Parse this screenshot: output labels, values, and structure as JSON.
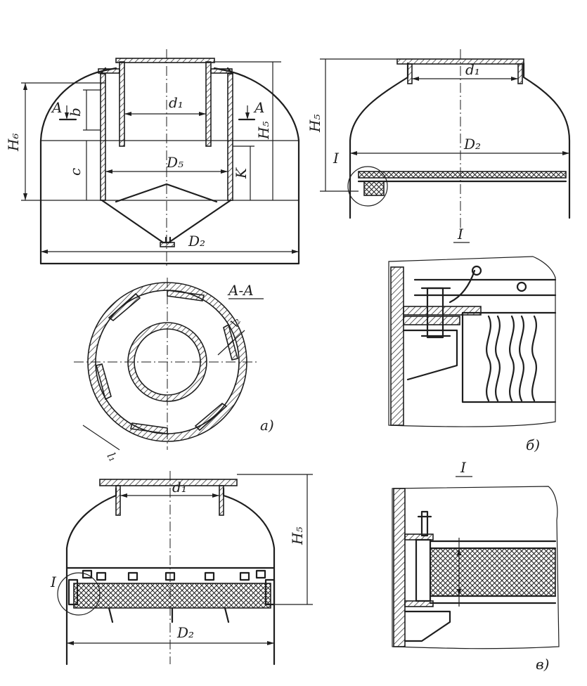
{
  "labels": {
    "d1": "d₁",
    "D2": "D₂",
    "D5": "D₅",
    "H5": "H₅",
    "H6": "H₆",
    "b": "b",
    "c": "c",
    "K": "K",
    "A": "A",
    "section_AA": "A-A",
    "l1": "l₁",
    "l2": "l₂",
    "detail_I": "I",
    "fig_a": "а)",
    "fig_b": "б)",
    "fig_v": "в)"
  }
}
